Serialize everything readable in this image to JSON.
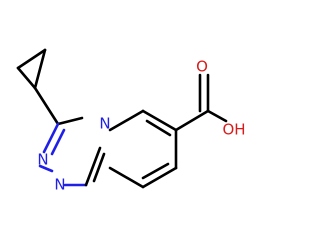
{
  "molecule": {
    "atoms": {
      "n_bridge": {
        "label": "N",
        "color": "#1f1fe8"
      },
      "n_upper": {
        "label": "N",
        "color": "#1f1fe8"
      },
      "n_lower": {
        "label": "N",
        "color": "#1f1fe8"
      },
      "o_carbonyl": {
        "label": "O",
        "color": "#d81c1c"
      },
      "o_hydroxyl": {
        "label": "OH",
        "color": "#d81c1c"
      }
    },
    "colors": {
      "carbon_bond": "#000000",
      "nitrogen": "#1f1fe8",
      "oxygen": "#d81c1c",
      "background": "#ffffff"
    }
  }
}
